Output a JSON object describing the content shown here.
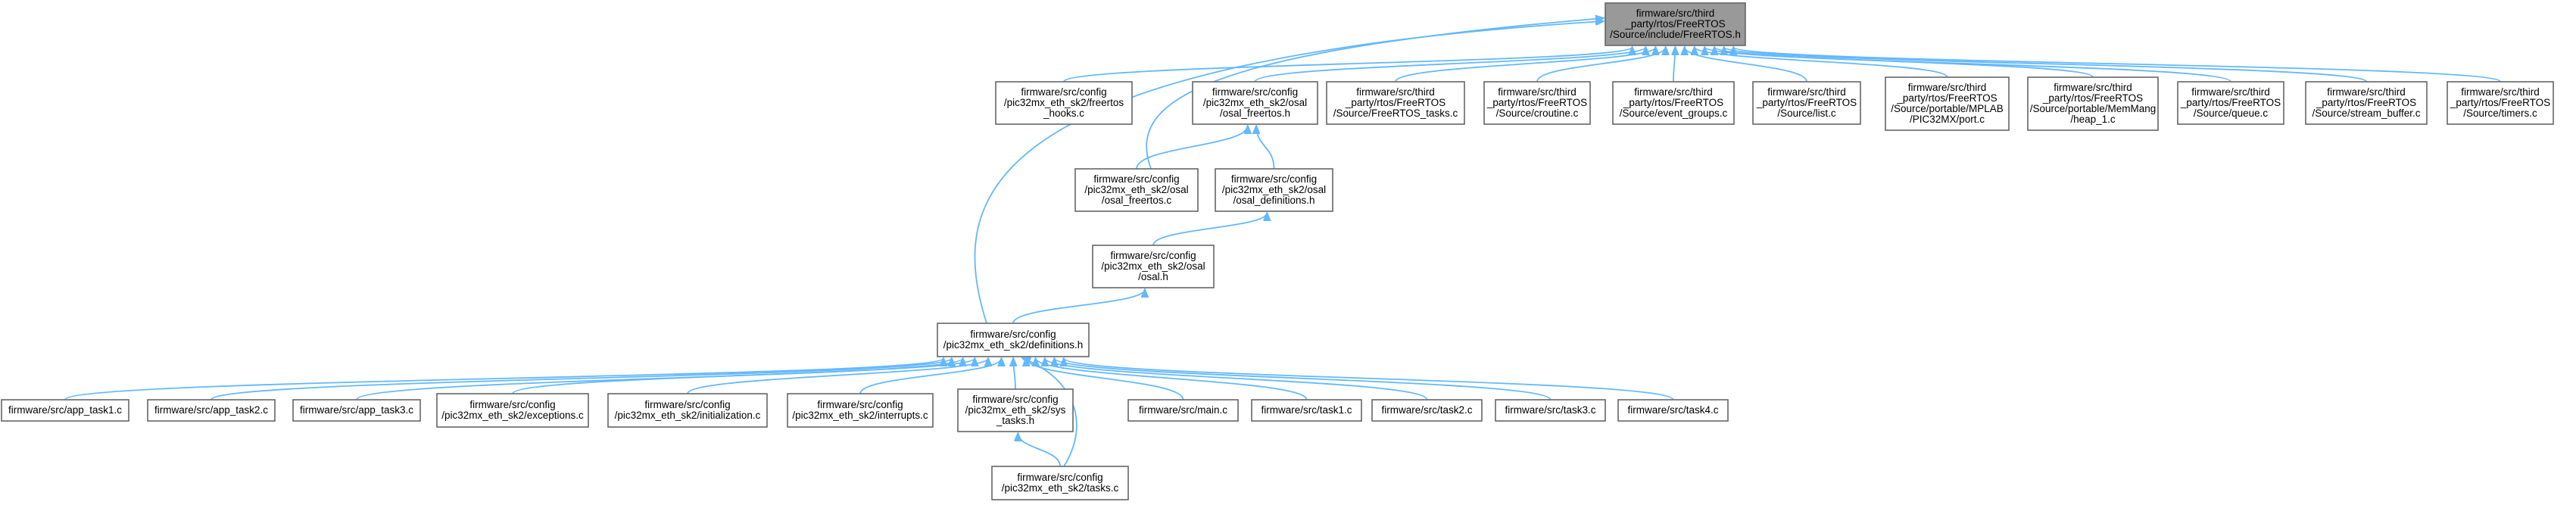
{
  "colors": {
    "edge": "#63b8ff",
    "root_fill": "#999999",
    "node_border": "#666666"
  },
  "nodes": [
    {
      "id": "freertos_h",
      "lines": [
        "firmware/src/third",
        "_party/rtos/FreeRTOS",
        "/Source/include/FreeRTOS.h"
      ]
    },
    {
      "id": "freertos_hooks_c",
      "lines": [
        "firmware/src/config",
        "/pic32mx_eth_sk2/freertos",
        "_hooks.c"
      ]
    },
    {
      "id": "osal_freertos_h",
      "lines": [
        "firmware/src/config",
        "/pic32mx_eth_sk2/osal",
        "/osal_freertos.h"
      ]
    },
    {
      "id": "freertos_tasks_c",
      "lines": [
        "firmware/src/third",
        "_party/rtos/FreeRTOS",
        "/Source/FreeRTOS_tasks.c"
      ]
    },
    {
      "id": "croutine_c",
      "lines": [
        "firmware/src/third",
        "_party/rtos/FreeRTOS",
        "/Source/croutine.c"
      ]
    },
    {
      "id": "event_groups_c",
      "lines": [
        "firmware/src/third",
        "_party/rtos/FreeRTOS",
        "/Source/event_groups.c"
      ]
    },
    {
      "id": "list_c",
      "lines": [
        "firmware/src/third",
        "_party/rtos/FreeRTOS",
        "/Source/list.c"
      ]
    },
    {
      "id": "port_c",
      "lines": [
        "firmware/src/third",
        "_party/rtos/FreeRTOS",
        "/Source/portable/MPLAB",
        "/PIC32MX/port.c"
      ]
    },
    {
      "id": "heap_1_c",
      "lines": [
        "firmware/src/third",
        "_party/rtos/FreeRTOS",
        "/Source/portable/MemMang",
        "/heap_1.c"
      ]
    },
    {
      "id": "queue_c",
      "lines": [
        "firmware/src/third",
        "_party/rtos/FreeRTOS",
        "/Source/queue.c"
      ]
    },
    {
      "id": "stream_buffer_c",
      "lines": [
        "firmware/src/third",
        "_party/rtos/FreeRTOS",
        "/Source/stream_buffer.c"
      ]
    },
    {
      "id": "timers_c",
      "lines": [
        "firmware/src/third",
        "_party/rtos/FreeRTOS",
        "/Source/timers.c"
      ]
    },
    {
      "id": "osal_freertos_c",
      "lines": [
        "firmware/src/config",
        "/pic32mx_eth_sk2/osal",
        "/osal_freertos.c"
      ]
    },
    {
      "id": "osal_definitions_h",
      "lines": [
        "firmware/src/config",
        "/pic32mx_eth_sk2/osal",
        "/osal_definitions.h"
      ]
    },
    {
      "id": "osal_h",
      "lines": [
        "firmware/src/config",
        "/pic32mx_eth_sk2/osal",
        "/osal.h"
      ]
    },
    {
      "id": "definitions_h",
      "lines": [
        "firmware/src/config",
        "/pic32mx_eth_sk2/definitions.h"
      ]
    },
    {
      "id": "app_task1_c",
      "lines": [
        "firmware/src/app_task1.c"
      ]
    },
    {
      "id": "app_task2_c",
      "lines": [
        "firmware/src/app_task2.c"
      ]
    },
    {
      "id": "app_task3_c",
      "lines": [
        "firmware/src/app_task3.c"
      ]
    },
    {
      "id": "exceptions_c",
      "lines": [
        "firmware/src/config",
        "/pic32mx_eth_sk2/exceptions.c"
      ]
    },
    {
      "id": "initialization_c",
      "lines": [
        "firmware/src/config",
        "/pic32mx_eth_sk2/initialization.c"
      ]
    },
    {
      "id": "interrupts_c",
      "lines": [
        "firmware/src/config",
        "/pic32mx_eth_sk2/interrupts.c"
      ]
    },
    {
      "id": "sys_tasks_h",
      "lines": [
        "firmware/src/config",
        "/pic32mx_eth_sk2/sys",
        "_tasks.h"
      ]
    },
    {
      "id": "main_c",
      "lines": [
        "firmware/src/main.c"
      ]
    },
    {
      "id": "task1_c",
      "lines": [
        "firmware/src/task1.c"
      ]
    },
    {
      "id": "task2_c",
      "lines": [
        "firmware/src/task2.c"
      ]
    },
    {
      "id": "task3_c",
      "lines": [
        "firmware/src/task3.c"
      ]
    },
    {
      "id": "task4_c",
      "lines": [
        "firmware/src/task4.c"
      ]
    },
    {
      "id": "tasks_c",
      "lines": [
        "firmware/src/config",
        "/pic32mx_eth_sk2/tasks.c"
      ]
    }
  ],
  "edges": [
    {
      "from": "freertos_hooks_c",
      "to": "freertos_h"
    },
    {
      "from": "osal_freertos_h",
      "to": "freertos_h"
    },
    {
      "from": "freertos_tasks_c",
      "to": "freertos_h"
    },
    {
      "from": "croutine_c",
      "to": "freertos_h"
    },
    {
      "from": "event_groups_c",
      "to": "freertos_h"
    },
    {
      "from": "list_c",
      "to": "freertos_h"
    },
    {
      "from": "port_c",
      "to": "freertos_h"
    },
    {
      "from": "heap_1_c",
      "to": "freertos_h"
    },
    {
      "from": "queue_c",
      "to": "freertos_h"
    },
    {
      "from": "stream_buffer_c",
      "to": "freertos_h"
    },
    {
      "from": "timers_c",
      "to": "freertos_h"
    },
    {
      "from": "osal_freertos_c",
      "to": "freertos_h"
    },
    {
      "from": "definitions_h",
      "to": "freertos_h"
    },
    {
      "from": "osal_freertos_c",
      "to": "osal_freertos_h"
    },
    {
      "from": "osal_definitions_h",
      "to": "osal_freertos_h"
    },
    {
      "from": "osal_h",
      "to": "osal_definitions_h"
    },
    {
      "from": "definitions_h",
      "to": "osal_h"
    },
    {
      "from": "app_task1_c",
      "to": "definitions_h"
    },
    {
      "from": "app_task2_c",
      "to": "definitions_h"
    },
    {
      "from": "app_task3_c",
      "to": "definitions_h"
    },
    {
      "from": "exceptions_c",
      "to": "definitions_h"
    },
    {
      "from": "initialization_c",
      "to": "definitions_h"
    },
    {
      "from": "interrupts_c",
      "to": "definitions_h"
    },
    {
      "from": "sys_tasks_h",
      "to": "definitions_h"
    },
    {
      "from": "main_c",
      "to": "definitions_h"
    },
    {
      "from": "task1_c",
      "to": "definitions_h"
    },
    {
      "from": "task2_c",
      "to": "definitions_h"
    },
    {
      "from": "task3_c",
      "to": "definitions_h"
    },
    {
      "from": "task4_c",
      "to": "definitions_h"
    },
    {
      "from": "tasks_c",
      "to": "definitions_h"
    },
    {
      "from": "tasks_c",
      "to": "sys_tasks_h"
    }
  ]
}
